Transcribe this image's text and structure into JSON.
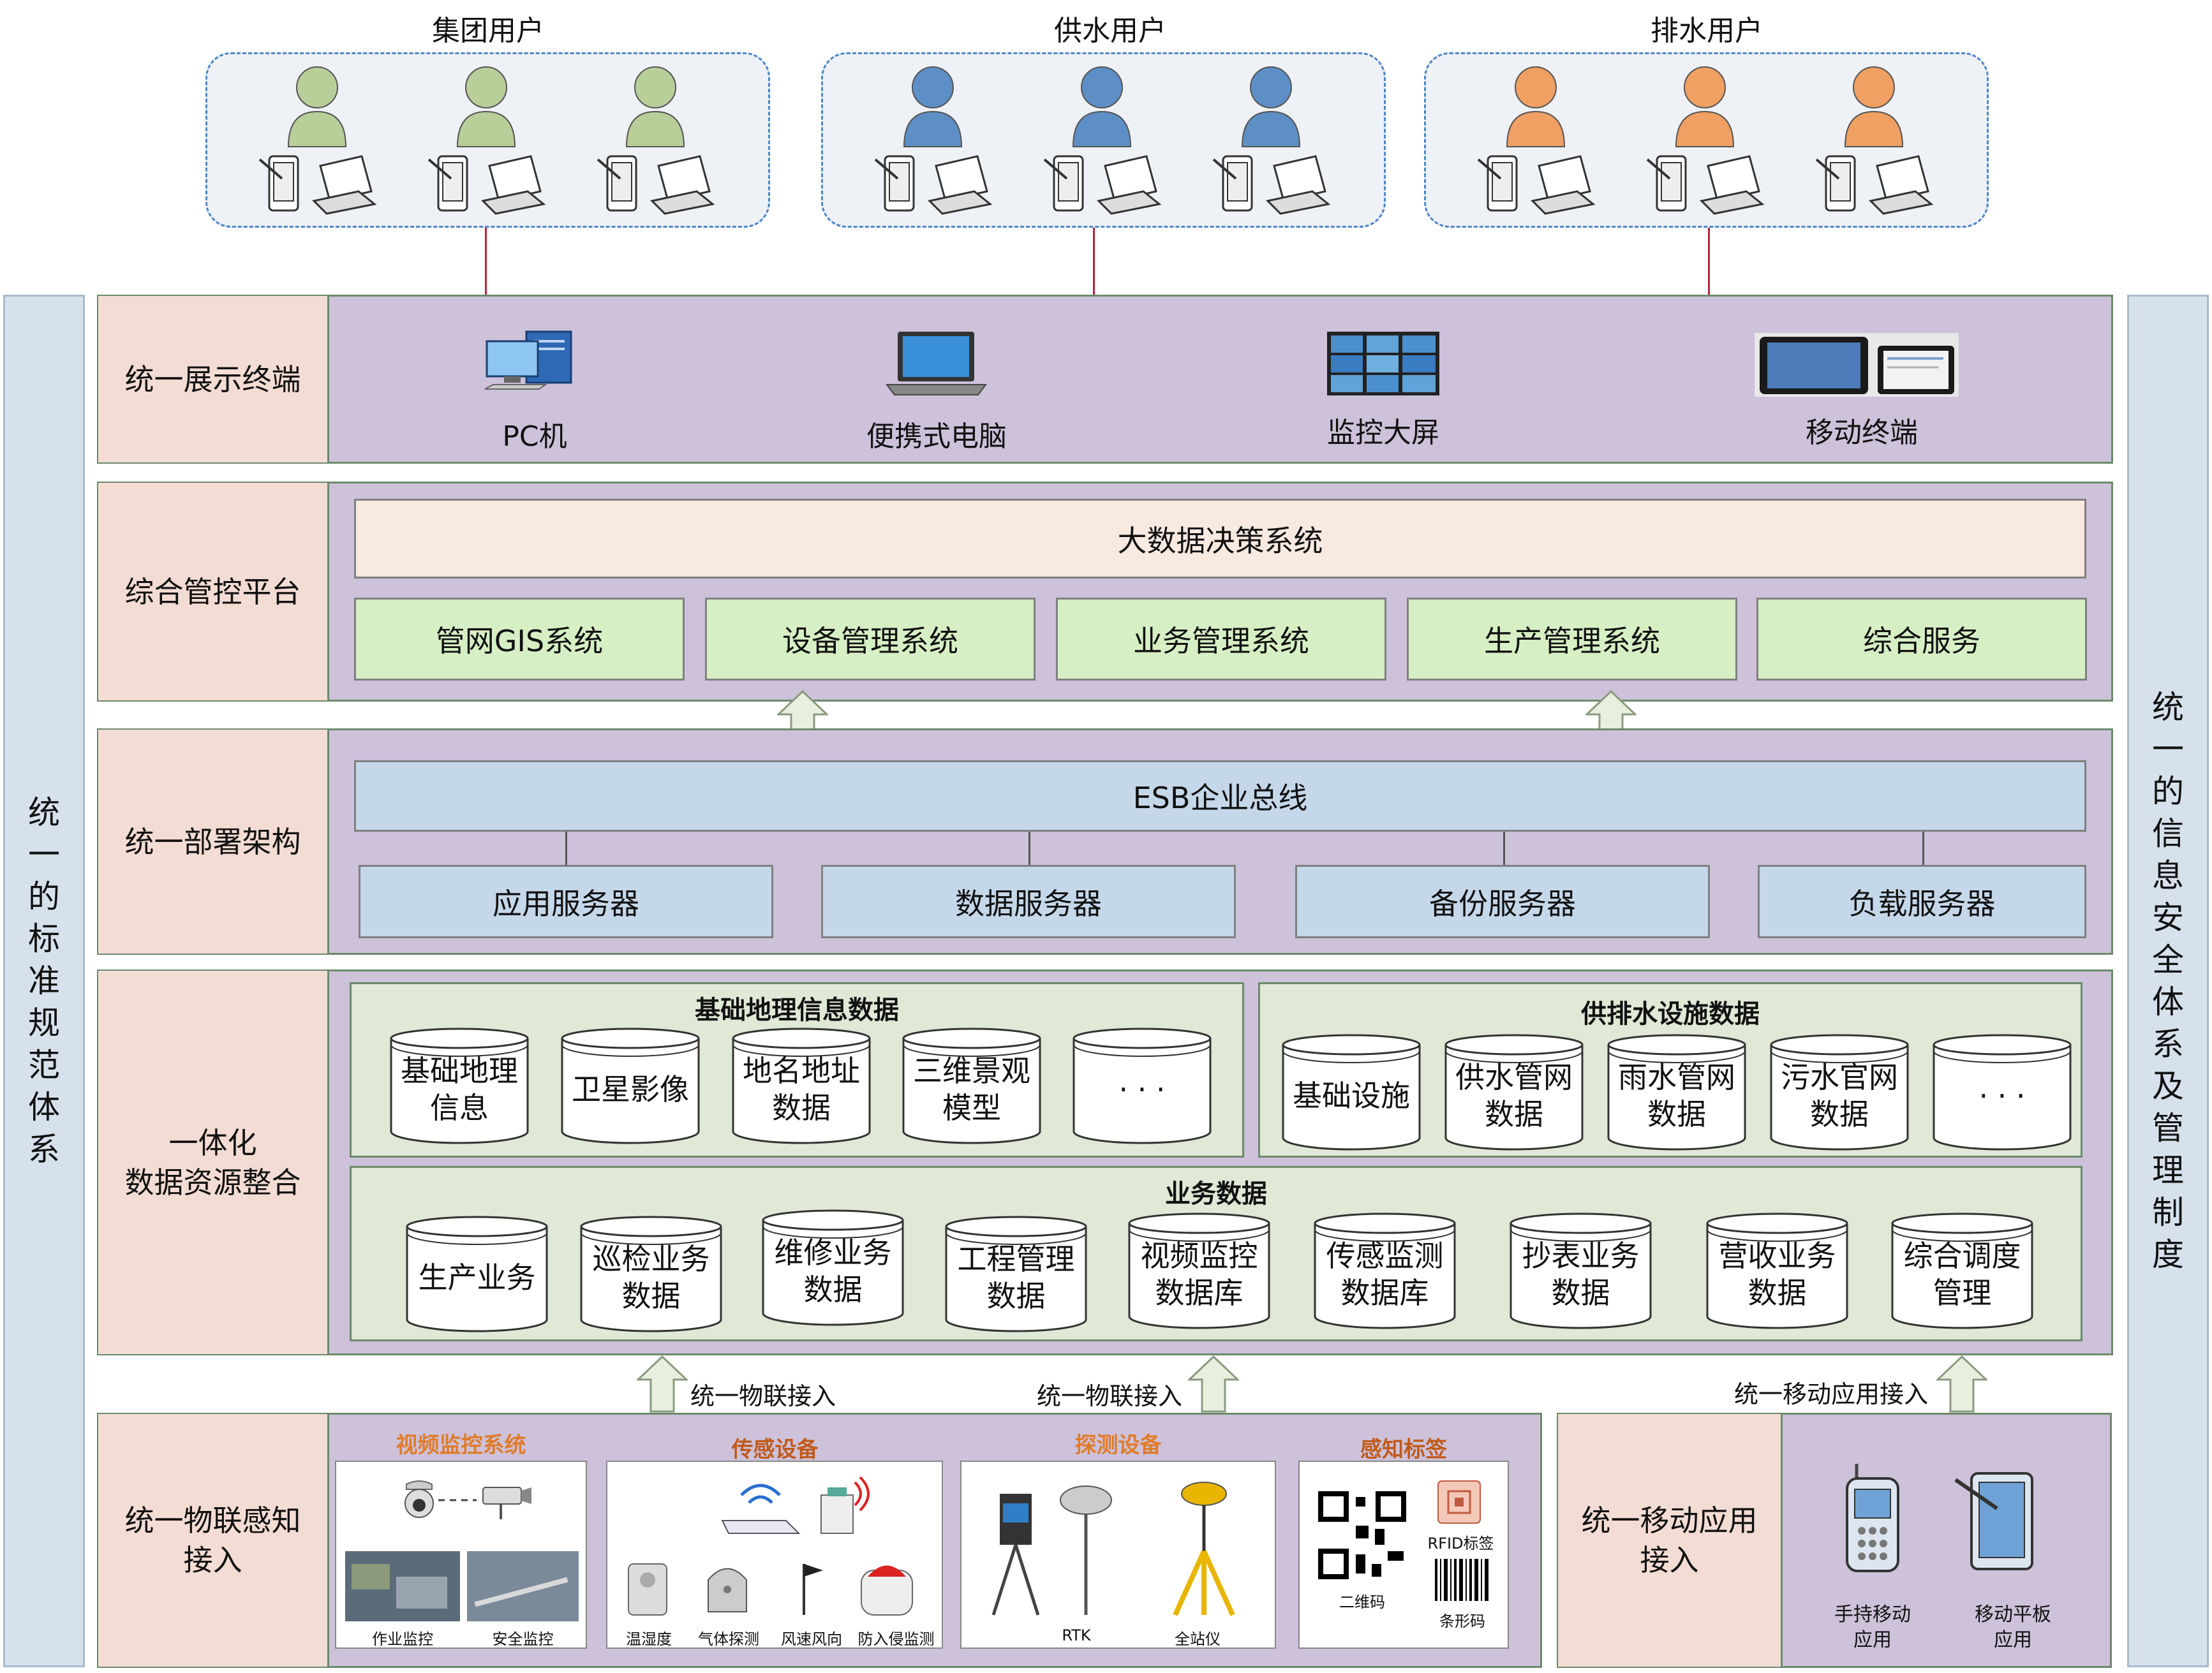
{
  "user_groups": [
    {
      "title": "集团用户",
      "color": "#b9cf9a"
    },
    {
      "title": "供水用户",
      "color": "#5d8fc6"
    },
    {
      "title": "排水用户",
      "color": "#f0a062"
    }
  ],
  "left_pillar": "统一的标准规范体系",
  "right_pillar": "统一的信息安全体系及管理制度",
  "layers": {
    "display": {
      "label": "统一展示终端",
      "terminals": [
        "PC机",
        "便携式电脑",
        "监控大屏",
        "移动终端"
      ]
    },
    "platform": {
      "label": "综合管控平台",
      "top": "大数据决策系统",
      "systems": [
        "管网GIS系统",
        "设备管理系统",
        "业务管理系统",
        "生产管理系统",
        "综合服务"
      ]
    },
    "deploy": {
      "label": "统一部署架构",
      "bus": "ESB企业总线",
      "servers": [
        "应用服务器",
        "数据服务器",
        "备份服务器",
        "负载服务器"
      ]
    },
    "data": {
      "label_line1": "一体化",
      "label_line2": "数据资源整合",
      "geo_title": "基础地理信息数据",
      "geo_items": [
        [
          "基础地理",
          "信息"
        ],
        [
          "卫星影像"
        ],
        [
          "地名地址",
          "数据"
        ],
        [
          "三维景观",
          "模型"
        ],
        [
          "· · ·"
        ]
      ],
      "water_title": "供排水设施数据",
      "water_items": [
        [
          "基础设施"
        ],
        [
          "供水管网",
          "数据"
        ],
        [
          "雨水管网",
          "数据"
        ],
        [
          "污水官网",
          "数据"
        ],
        [
          "· · ·"
        ]
      ],
      "biz_title": "业务数据",
      "biz_items": [
        [
          "生产业务"
        ],
        [
          "巡检业务",
          "数据"
        ],
        [
          "维修业务",
          "数据"
        ],
        [
          "工程管理",
          "数据"
        ],
        [
          "视频监控",
          "数据库"
        ],
        [
          "传感监测",
          "数据库"
        ],
        [
          "抄表业务",
          "数据"
        ],
        [
          "营收业务",
          "数据"
        ],
        [
          "综合调度",
          "管理"
        ]
      ]
    },
    "iot": {
      "label_line1": "统一物联感知",
      "label_line2": "接入",
      "video_title": "视频监控系统",
      "video_caps": [
        "作业监控",
        "安全监控"
      ],
      "sensor_title": "传感设备",
      "sensor_caps": [
        "温湿度",
        "气体探测",
        "风速风向",
        "防入侵监测"
      ],
      "detect_title": "探测设备",
      "detect_caps": [
        "RTK",
        "全站仪"
      ],
      "tag_title": "感知标签",
      "tag_caps": [
        "二维码",
        "RFID标签",
        "条形码"
      ]
    },
    "mobile": {
      "label_line1": "统一移动应用",
      "label_line2": "接入",
      "apps": [
        [
          "手持移动",
          "应用"
        ],
        [
          "移动平板",
          "应用"
        ]
      ]
    }
  },
  "arrow_labels": [
    "统一物联接入",
    "统一物联接入",
    "统一移动应用接入"
  ]
}
